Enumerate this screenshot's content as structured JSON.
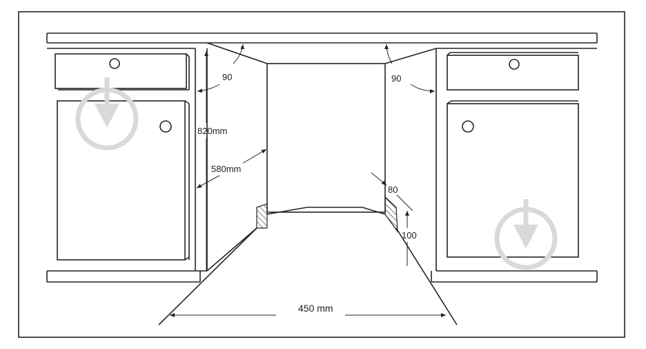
{
  "diagram": {
    "labels": {
      "angle_left": "90",
      "angle_right": "90",
      "height": "820mm",
      "depth": "580mm",
      "offset_top": "80",
      "offset_side": "100",
      "width": "450 mm"
    },
    "colors": {
      "line": "#222222",
      "watermark": "#d9d9d9"
    },
    "watermark_icon": "download-arrow-icon"
  }
}
